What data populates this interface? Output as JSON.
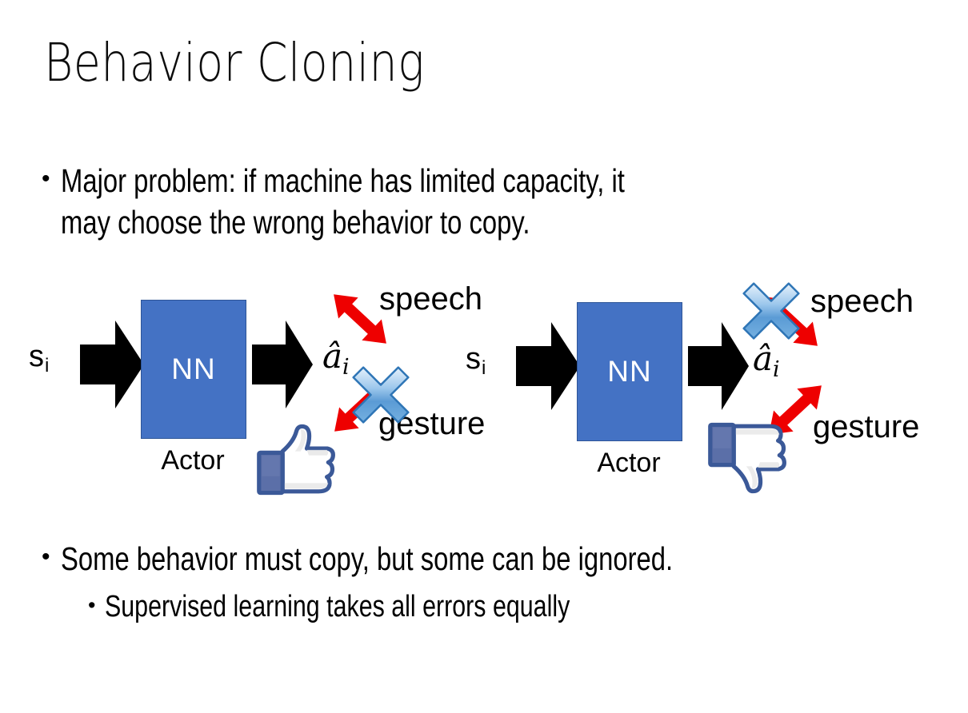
{
  "slide": {
    "title": "Behavior Cloning",
    "background_color": "#ffffff",
    "bullets": [
      {
        "marker": "•",
        "text": "Major problem: if machine has limited capacity, it\nmay choose the wrong behavior to copy.",
        "level": 1
      },
      {
        "marker": "•",
        "text": "Some behavior must copy, but some can be ignored.",
        "level": 1
      },
      {
        "marker": "•",
        "text": "Supervised learning takes all errors equally",
        "level": 2
      }
    ]
  },
  "colors": {
    "nn_box_fill": "#4472C4",
    "nn_box_border": "#2E5597",
    "arrow_black": "#000000",
    "arrow_red": "#EE0000",
    "cross_blue_light": "#CFE3F7",
    "cross_blue_mid": "#5B9BD5",
    "cross_blue_dark": "#2E75B6",
    "thumb_blue": "#3B5998",
    "thumb_fill": "#FFFFFF",
    "text": "#000000"
  },
  "diagrams": [
    {
      "id": "left",
      "input_label": "s",
      "input_subscript": "i",
      "box_label": "NN",
      "box_caption": "Actor",
      "output_label": "â",
      "output_subscript": "i",
      "outputs": [
        {
          "name": "speech",
          "crossed_out": false
        },
        {
          "name": "gesture",
          "crossed_out": true
        }
      ],
      "feedback_icon": "thumbs-up-icon",
      "feedback_value": "like"
    },
    {
      "id": "right",
      "input_label": "s",
      "input_subscript": "i",
      "box_label": "NN",
      "box_caption": "Actor",
      "output_label": "â",
      "output_subscript": "i",
      "outputs": [
        {
          "name": "speech",
          "crossed_out": true
        },
        {
          "name": "gesture",
          "crossed_out": false
        }
      ],
      "feedback_icon": "thumbs-down-icon",
      "feedback_value": "dislike"
    }
  ]
}
